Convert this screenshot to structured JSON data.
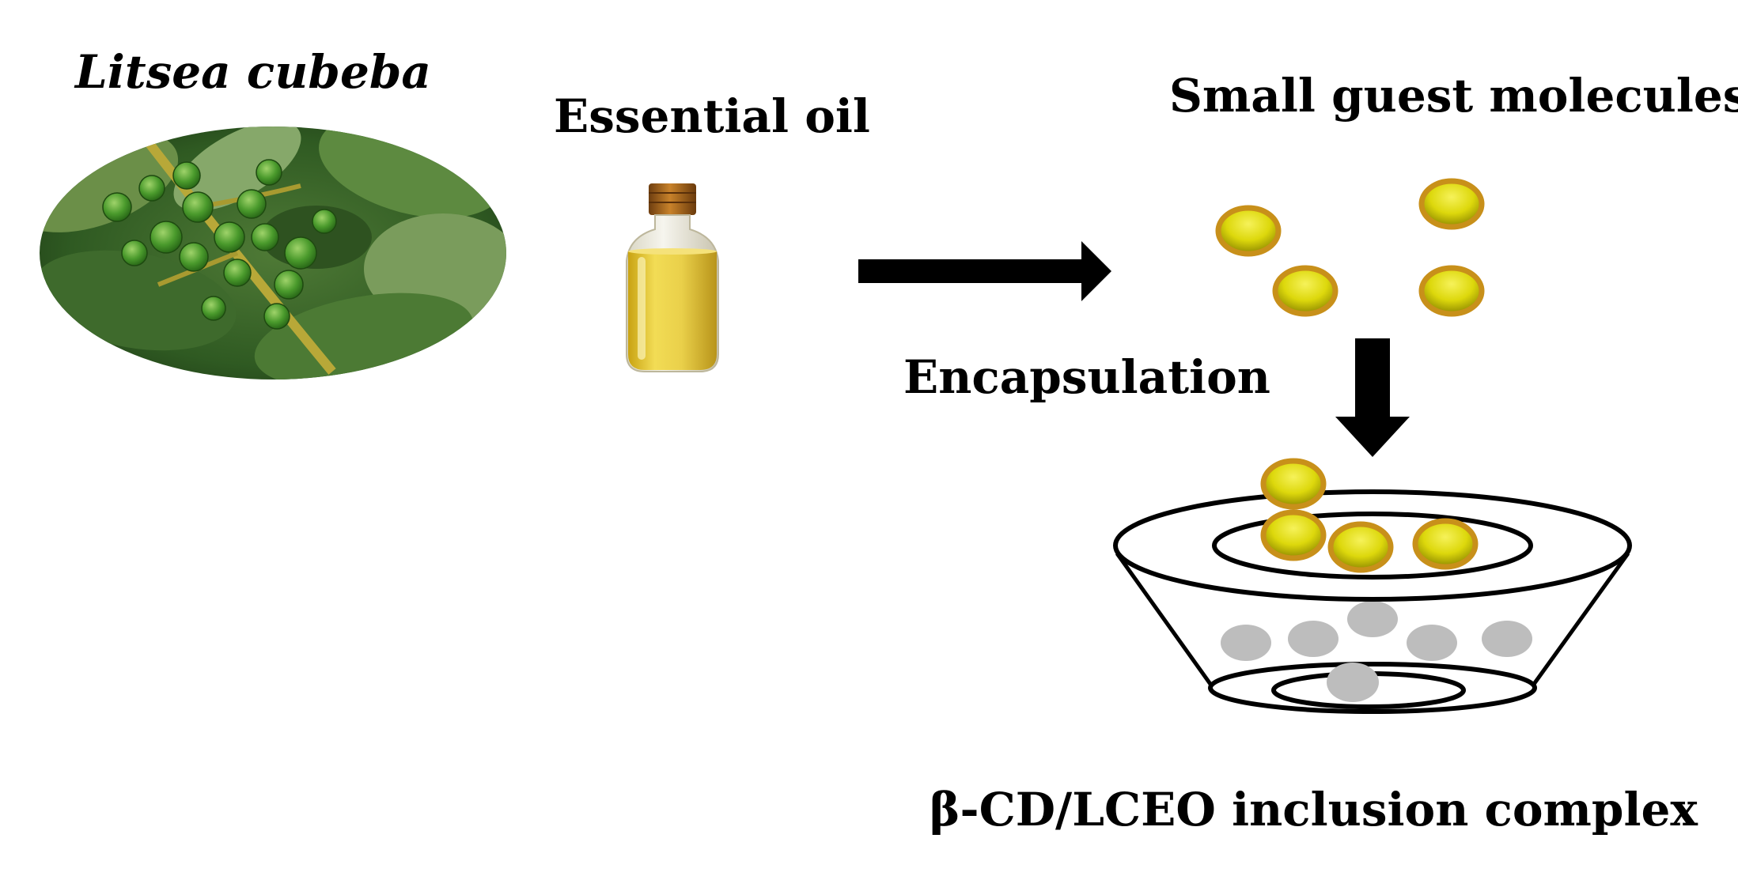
{
  "labels": {
    "plant_name": "Litsea cubeba",
    "product_name": "Essential oil",
    "guest_molecules": "Small guest molecules",
    "process": "Encapsulation",
    "result": "β-CD/LCEO inclusion complex"
  },
  "colors": {
    "molecule_fill": "#e0dc10",
    "molecule_ring": "#c8901a",
    "host_particle": "#bdbdbd",
    "oil": "#e8c428",
    "arrow": "#000000"
  },
  "icons": {
    "plant_photo": "litsea-cubeba-fruit-branch",
    "oil_bottle": "essential-oil-bottle"
  }
}
